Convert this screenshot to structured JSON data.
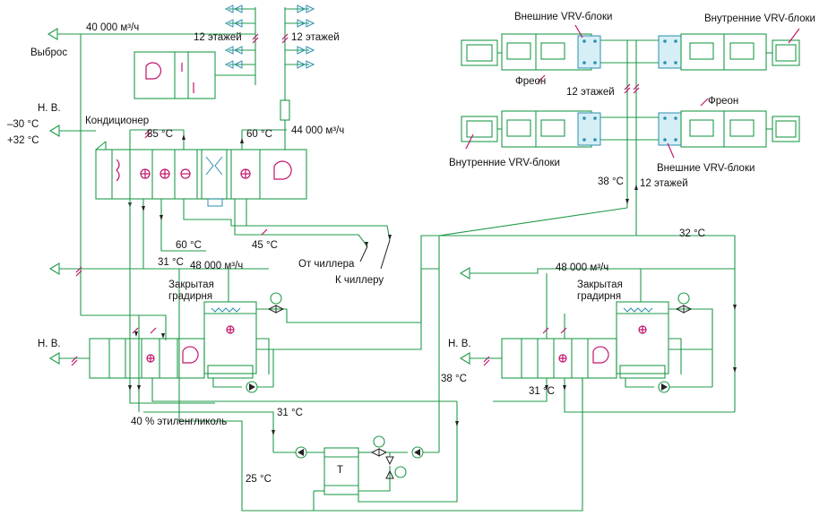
{
  "labels": {
    "exhaust_flow": "40 000 м³/ч",
    "exhaust": "Выброс",
    "floors_left": "12 этажей",
    "floors_right": "12 этажей",
    "outdoor_air_1": "Н. В.",
    "temp_winter": "–30 °С",
    "temp_summer": "+32 °С",
    "conditioner": "Кондиционер",
    "temp_85": "85 °С",
    "temp_60_top": "60 °С",
    "supply_flow": "44 000 м³/ч",
    "temp_60_bottom": "60 °С",
    "temp_45": "45 °С",
    "temp_31_left": "31 °С",
    "flow_48_left": "48 000 м³/ч",
    "from_chiller": "От чиллера",
    "to_chiller": "К чиллеру",
    "tower_left": "Закрытая\nградирня",
    "outdoor_air_2": "Н. В.",
    "glycol": "40 % этиленгликоль",
    "temp_31_mid": "31 °С",
    "temp_25": "25 °С",
    "hx_label": "Т",
    "temp_38_mid": "38 °С",
    "outdoor_air_3": "Н. В.",
    "temp_31_right": "31 °С",
    "flow_48_right": "48 000 м³/ч",
    "tower_right": "Закрытая\nградирня",
    "temp_32": "32 °С",
    "temp_38_vrv": "38 °С",
    "floors_vrv_bottom": "12 этажей",
    "floors_vrv_mid": "12 этажей",
    "vrv_outdoor_top": "Внешние VRV-блоки",
    "vrv_indoor_top": "Внутренние VRV-блоки",
    "freon_top": "Фреон",
    "freon_mid": "Фреон",
    "vrv_indoor_bottom": "Внутренние VRV-блоки",
    "vrv_outdoor_bottom": "Внешние VRV-блоки"
  },
  "colors": {
    "pipe": "#1f9a4a",
    "accent": "#c0156b",
    "unit": "#2b8fb0",
    "text": "#111111"
  }
}
